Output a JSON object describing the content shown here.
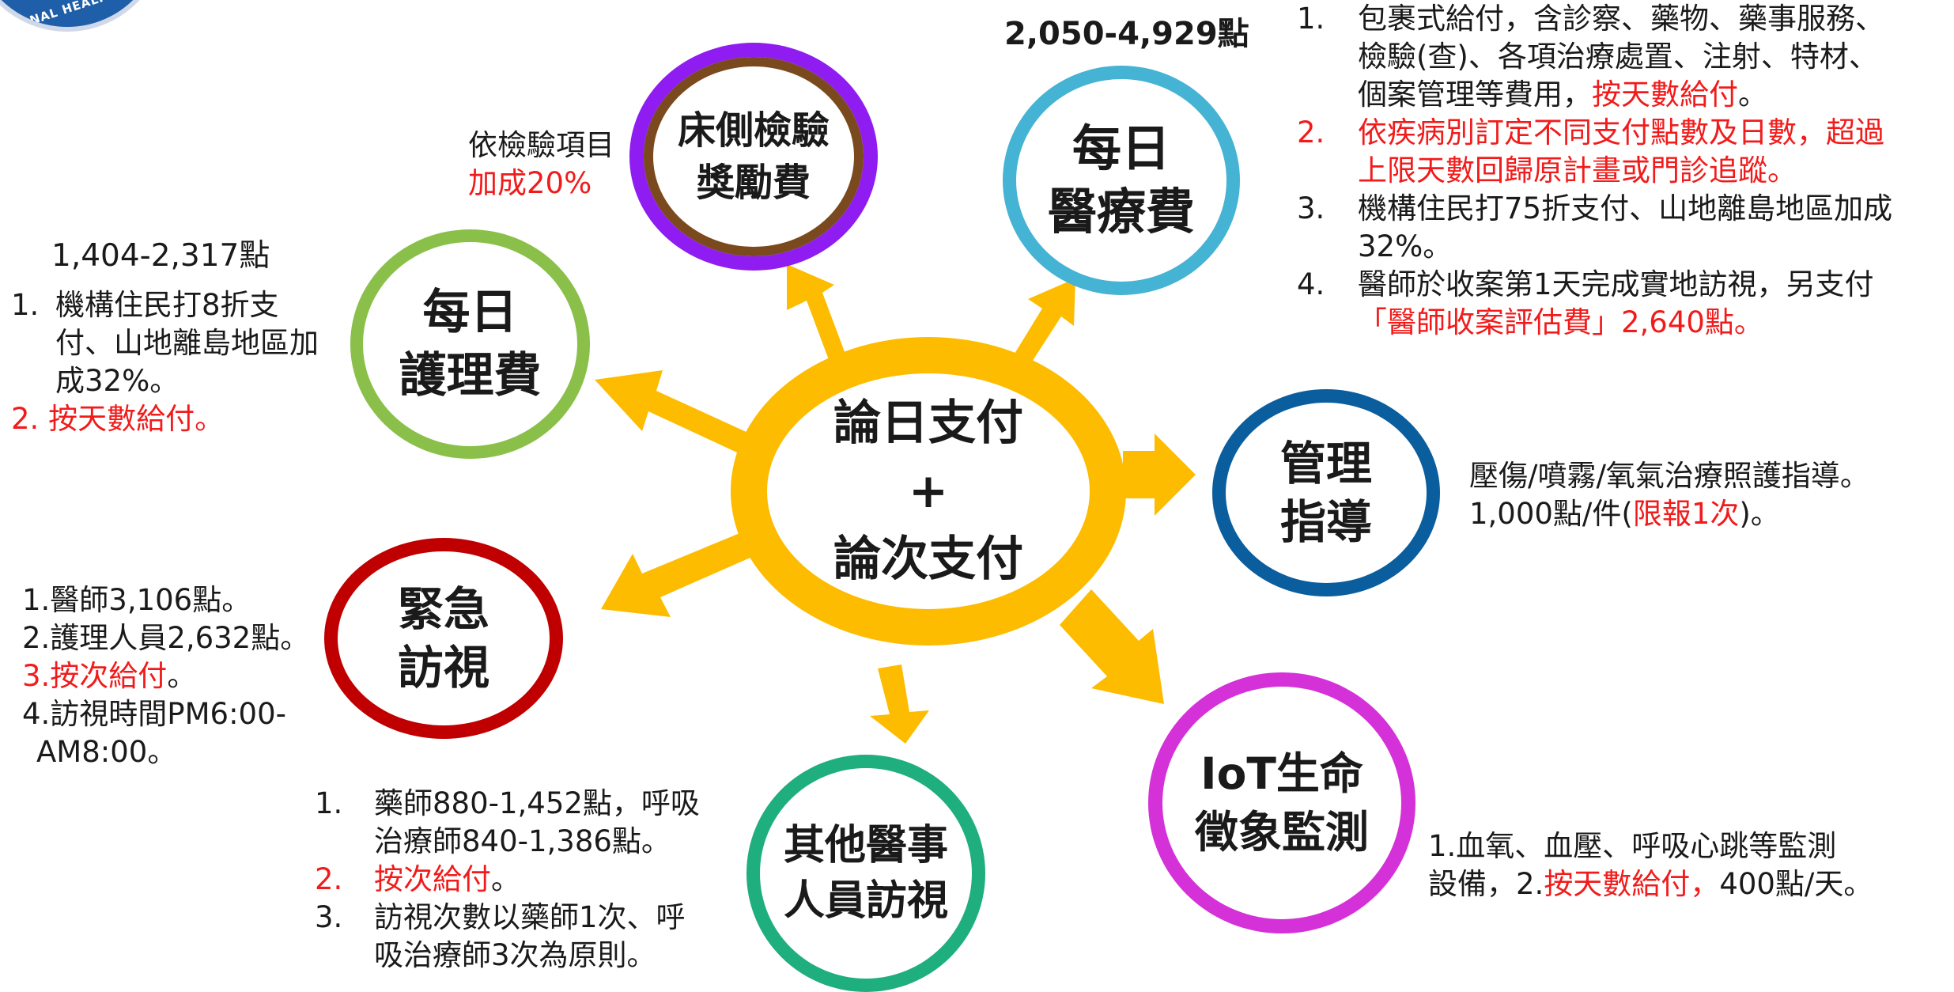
{
  "logo": {
    "text": "NAL HEALTH INSU"
  },
  "hub": {
    "line1": "論日支付",
    "line2": "+",
    "line3": "論次支付"
  },
  "bedside": {
    "label1": "床側檢驗",
    "label2": "獎勵費",
    "note1": "依檢驗項目",
    "note2": "加成20%"
  },
  "daily_medical": {
    "label1": "每日",
    "label2": "醫療費",
    "points": "2,050-4,929點",
    "items": [
      {
        "num": "1.",
        "text": "包裹式給付，含診察、藥物、藥事服務、",
        "cont": [
          "檢驗(查)、各項治療處置、注射、特材、"
        ],
        "last_plain": "個案管理等費用，",
        "last_red": "按天數給付",
        "last_tail": "。"
      },
      {
        "num": "2.",
        "text": "依疾病別訂定不同支付點數及日數，超過",
        "cont2": "上限天數回歸原計畫或門診追蹤。"
      },
      {
        "num": "3.",
        "text": "機構住民打75折支付、山地離島地區加成",
        "cont": "32%。"
      },
      {
        "num": "4.",
        "text": "醫師於收案第1天完成實地訪視，另支付",
        "cont_red": "「醫師收案評估費」2,640點。"
      }
    ]
  },
  "daily_nursing": {
    "label1": "每日",
    "label2": "護理費",
    "points": "1,404-2,317點",
    "item1_num": "1.",
    "item1_lines": [
      "機構住民打8折支",
      "付、山地離島地區加",
      "成32%。"
    ],
    "item2": "2.  按天數給付。"
  },
  "management": {
    "label1": "管理",
    "label2": "指導",
    "line1": "壓傷/噴霧/氧氣治療照護指導。",
    "line2_a": "1,000點/件(",
    "line2_red": "限報1次",
    "line2_b": ")。"
  },
  "emergency": {
    "label1": "緊急",
    "label2": "訪視",
    "l1": "1.醫師3,106點。",
    "l2": "2.護理人員2,632點。",
    "l3": "3.按次給付",
    "l3_tail": "。",
    "l4": "4.訪視時間PM6:00-",
    "l5": "AM8:00。"
  },
  "other_staff": {
    "label1": "其他醫事",
    "label2": "人員訪視",
    "i1_num": "1.",
    "i1_a": "藥師880-1,452點，呼吸",
    "i1_b": "治療師840-1,386點。",
    "i2_num": "2.",
    "i2": "按次給付",
    "i2_tail": "。",
    "i3_num": "3.",
    "i3_a": "訪視次數以藥師1次、呼",
    "i3_b": "吸治療師3次為原則。"
  },
  "iot": {
    "label1": "IoT生命",
    "label2": "徵象監測",
    "line1": "1.血氧、血壓、呼吸心跳等監測",
    "line2_a": "設備，2.",
    "line2_red": "按天數給付，",
    "line2_b": "400點/天。"
  },
  "colors": {
    "hub": "#fdbc00",
    "bedside_outer": "#8f1cf0",
    "bedside_inner": "#7a4a1e",
    "daily_medical": "#45b3d3",
    "daily_nursing": "#8ac04a",
    "management": "#0b5e9e",
    "emergency": "#c00000",
    "other_staff": "#1fae7d",
    "iot": "#d531d9",
    "highlight": "#f21b1b"
  }
}
